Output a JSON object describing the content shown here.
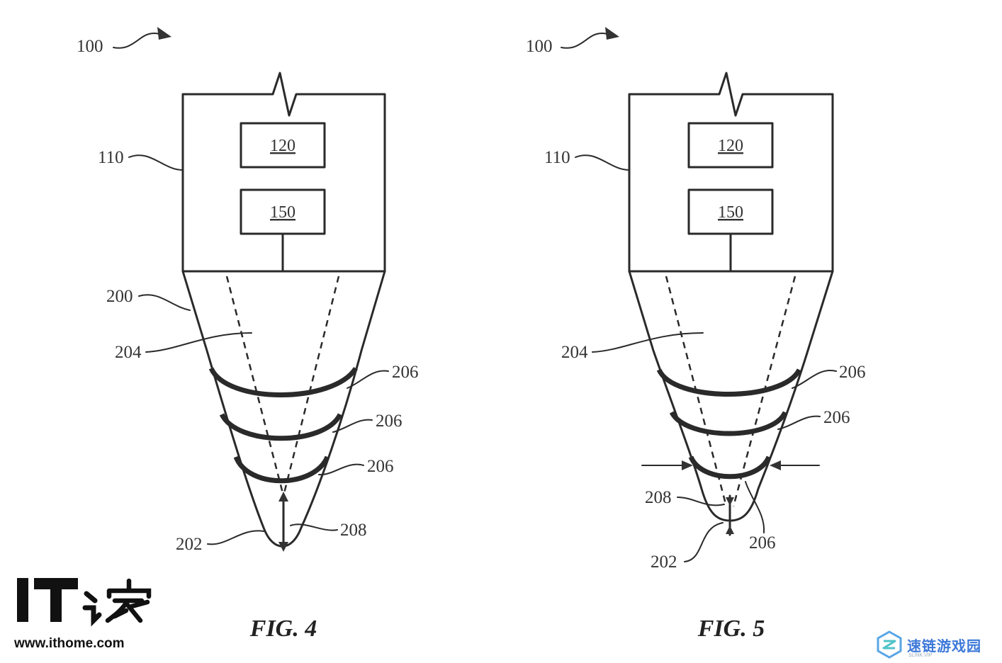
{
  "figures": [
    {
      "caption": "FIG. 4",
      "labels": {
        "system": "100",
        "housing": "110",
        "box_top": "120",
        "box_bottom": "150",
        "tip": "200",
        "region": "204",
        "ring1": "206",
        "ring2": "206",
        "ring3": "206",
        "apex": "202",
        "travel": "208"
      }
    },
    {
      "caption": "FIG. 5",
      "labels": {
        "system": "100",
        "housing": "110",
        "box_top": "120",
        "box_bottom": "150",
        "region": "204",
        "ring1": "206",
        "ring2": "206",
        "ring3": "206",
        "apex": "202",
        "travel": "208"
      }
    }
  ],
  "watermark": {
    "logo_text": "IT之家",
    "url": "www.ithome.com",
    "partner_text": "速链游戏园",
    "partner_sub": "SLINK.VIP",
    "partner_color": "#3c78d8"
  }
}
